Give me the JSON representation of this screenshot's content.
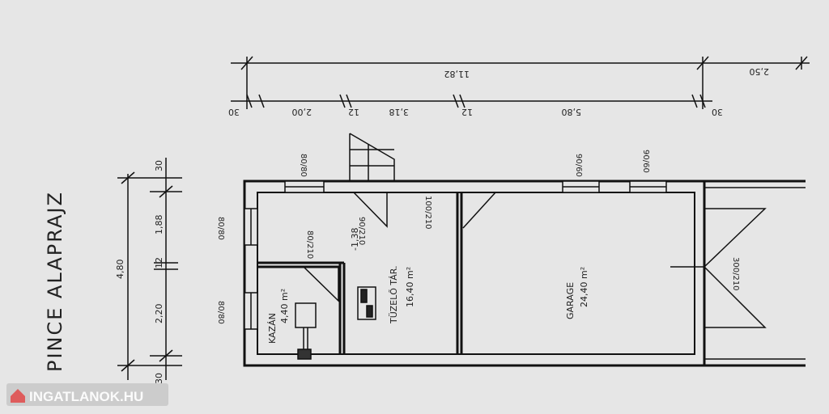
{
  "title": "PINCE ALAPRAJZ",
  "dims_top": {
    "overall": "11,82",
    "ext": "2,50",
    "a": "30",
    "b": "2,00",
    "c": "12",
    "d": "3,18",
    "e": "12",
    "f": "5,80",
    "g": "30"
  },
  "dims_left": {
    "overall": "4,80",
    "a": "30",
    "b": "1,88",
    "c": "12",
    "d": "2,20",
    "e": "30"
  },
  "windows": {
    "w1": "80/80",
    "w2": "90/60",
    "w3": "90/60",
    "w4": "80/80",
    "w5": "80/80"
  },
  "doors": {
    "d1": "80/210",
    "d2": "90/210",
    "d3": "100/210",
    "d4": "300/210"
  },
  "rooms": {
    "boiler": {
      "name": "KAZÁN",
      "area": "4,40 m²"
    },
    "fuel": {
      "name": "TÜZELŐ TÁR.",
      "area": "16,40 m²"
    },
    "garage": {
      "name": "GARAGE",
      "area": "24,40 m²"
    }
  },
  "level": "-1,38",
  "watermark": "INGATLANOK.HU"
}
